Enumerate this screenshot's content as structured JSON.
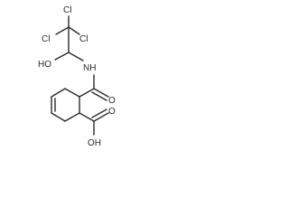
{
  "molecule": {
    "atom_labels": {
      "cl_top": "Cl",
      "cl_left": "Cl",
      "cl_right": "Cl",
      "ho": "HO",
      "nh": "NH",
      "o_amide": "O",
      "o_acid": "O",
      "oh": "OH"
    },
    "colors": {
      "bond": "#2b2b2b",
      "label": "#2b2b2b",
      "background": "#ffffff"
    }
  }
}
